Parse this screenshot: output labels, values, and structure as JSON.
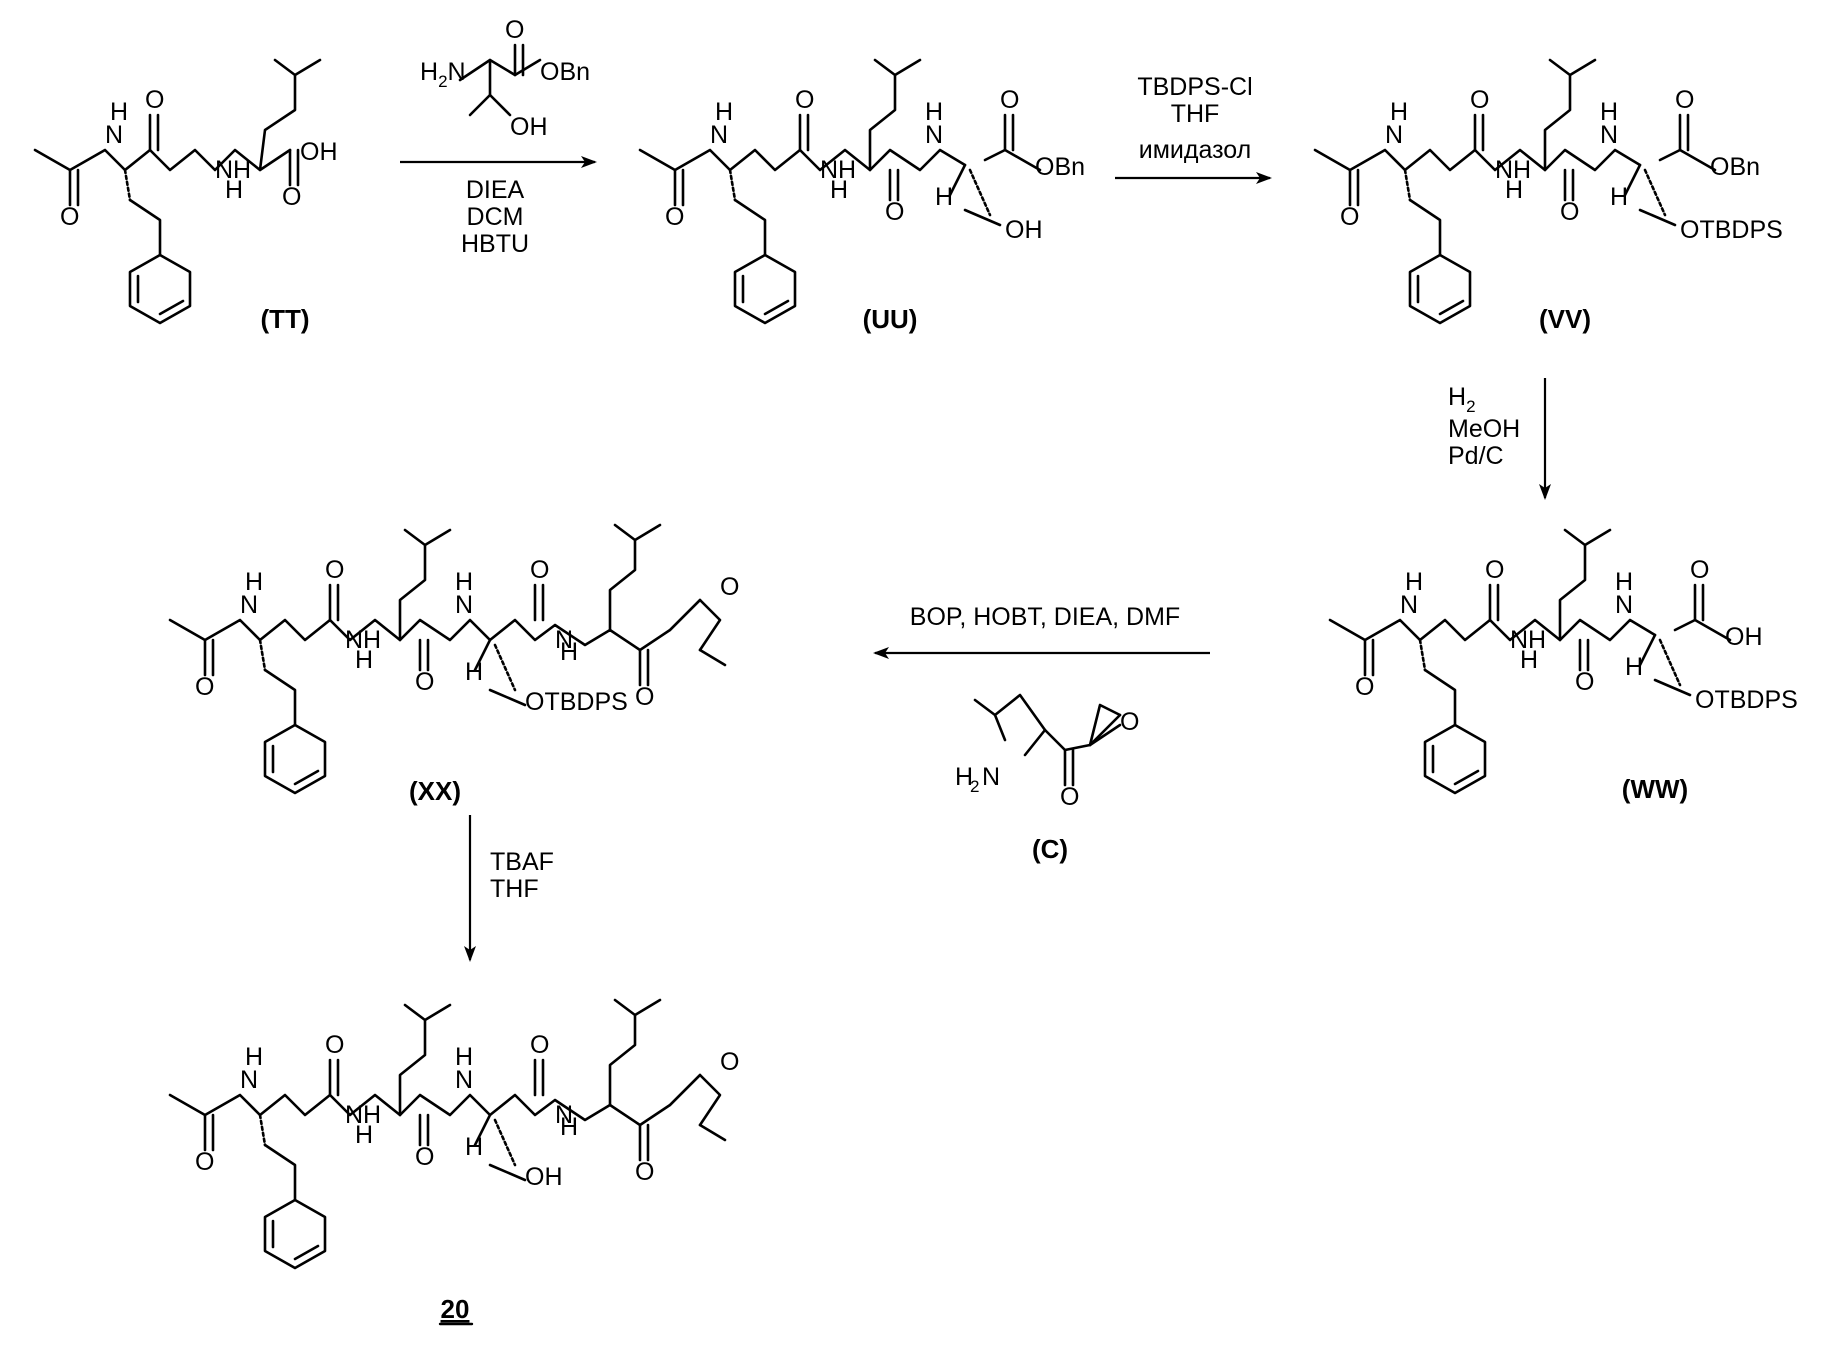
{
  "compounds": [
    {
      "id": "TT",
      "label": "(TT)"
    },
    {
      "id": "UU",
      "label": "(UU)"
    },
    {
      "id": "VV",
      "label": "(VV)"
    },
    {
      "id": "WW",
      "label": "(WW)"
    },
    {
      "id": "XX",
      "label": "(XX)"
    },
    {
      "id": "20",
      "label": "20"
    },
    {
      "id": "C",
      "label": "(C)"
    }
  ],
  "atoms": {
    "HN": "H",
    "N": "N",
    "NH": "NH",
    "O": "O",
    "H": "H",
    "OH": "OH",
    "OBn": "OBn",
    "OTBDPS": "OTBDPS",
    "H2N": "H",
    "N2": "N"
  },
  "reagents": {
    "step1_top": {
      "h": "H",
      "sub": "2",
      "n": "N",
      "obn": "OBn",
      "oh": "OH"
    },
    "step1_bottom": [
      "DIEA",
      "DCM",
      "HBTU"
    ],
    "step2": [
      "TBDPS-Cl",
      "THF",
      "имидазол"
    ],
    "step3": {
      "h2_main": "H",
      "h2_sub": "2",
      "lines": [
        "MeOH",
        "Pd/C"
      ]
    },
    "step4": "BOP, HOBT, DIEA, DMF",
    "step5": [
      "TBAF",
      "THF"
    ]
  }
}
